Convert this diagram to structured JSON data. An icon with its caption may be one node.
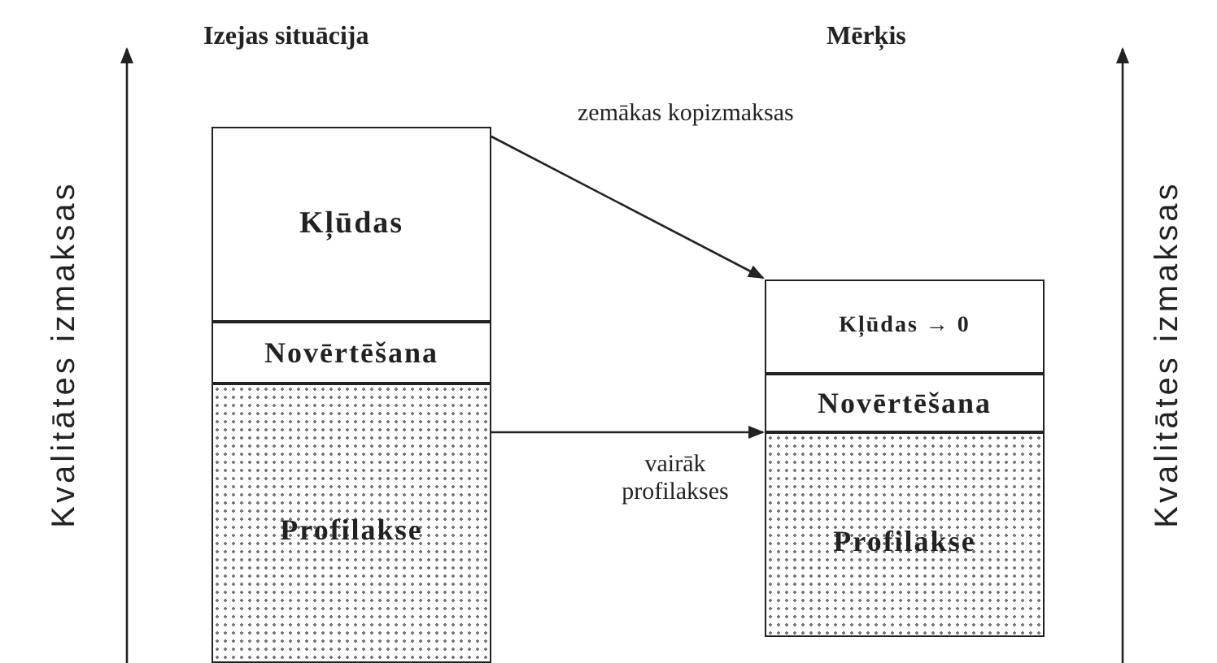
{
  "diagram": {
    "nodes": [
      {
        "text": [
          "Kļūdas"
        ]
      },
      {
        "text": [
          "Novērtēšana"
        ]
      },
      {
        "text": [
          "Profilakse"
        ]
      },
      {
        "text": [
          "Kļūdas → 0"
        ]
      },
      {
        "text": [
          "Novērtēšana"
        ]
      },
      {
        "text": [
          "Profilakse"
        ]
      }
    ],
    "edges": [
      {
        "from": 0,
        "to": 3,
        "arrow": "to",
        "label": "zemākas kopizmaksas"
      },
      {
        "from": 2,
        "to": 5,
        "arrow": "to",
        "label": "vairāk profilakses"
      }
    ],
    "labels": [
      "Izejas situācija",
      "Mērķis",
      "Kvalitātes izmaksas",
      "Kvalitātes izmaksas"
    ]
  }
}
